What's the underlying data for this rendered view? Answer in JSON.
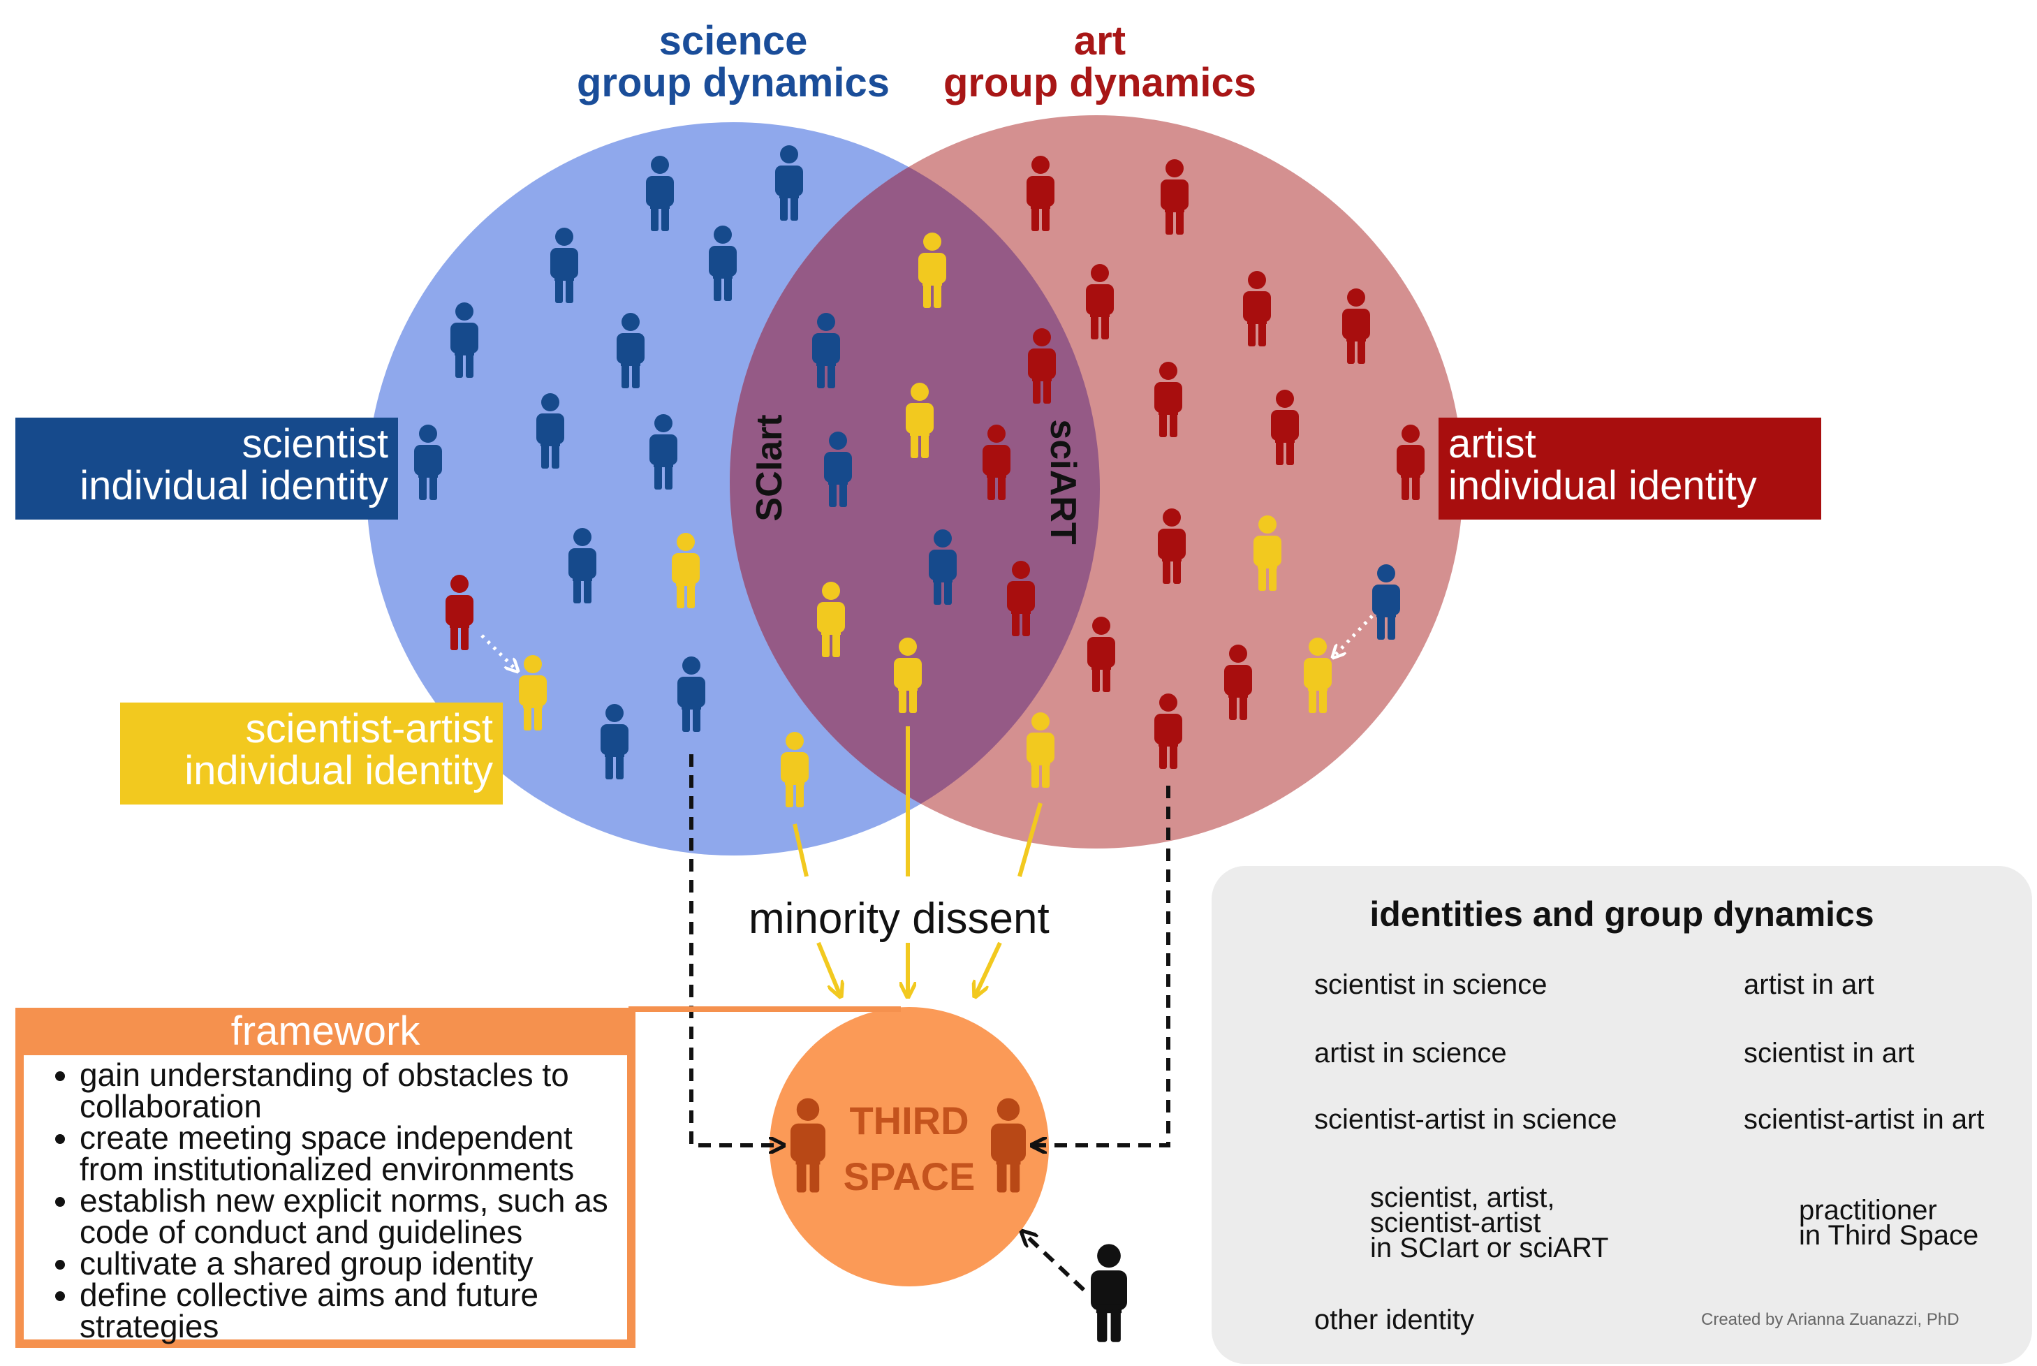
{
  "titles": {
    "science": [
      "science",
      "group dynamics"
    ],
    "art": [
      "art",
      "group dynamics"
    ]
  },
  "identity_labels": {
    "scientist": [
      "scientist",
      "individual identity"
    ],
    "artist": [
      "artist",
      "individual identity"
    ],
    "scientist_artist": [
      "scientist-artist",
      "individual identity"
    ]
  },
  "overlap_labels": {
    "left": "SCIart",
    "right": "sciART"
  },
  "minority_dissent": "minority dissent",
  "third_space": [
    "THIRD",
    "SPACE"
  ],
  "framework": {
    "title": "framework",
    "items": [
      "gain understanding of obstacles to collaboration",
      "create meeting space independent from institutionalized environments",
      "establish new explicit norms, such as code of conduct and guidelines",
      "cultivate a shared group identity",
      "define collective aims and future strategies"
    ]
  },
  "legend": {
    "title": "identities and group dynamics",
    "items": {
      "sci_in_sci": "scientist in science",
      "art_in_art": "artist in art",
      "art_in_sci": "artist in science",
      "sci_in_art": "scientist in art",
      "sa_in_sci": "scientist-artist in science",
      "sa_in_art": "scientist-artist in art",
      "overlap": [
        "scientist, artist,",
        "scientist-artist",
        "in SCIart or sciART"
      ],
      "third": [
        "practitioner",
        "in Third Space"
      ],
      "other": "other identity"
    }
  },
  "credit": "Created by Arianna Zuanazzi, PhD",
  "colors": {
    "science_circle": "#8fa8ec",
    "art_circle": "#d49090",
    "overlap": "#955a86",
    "scientist": "#164a8c",
    "artist": "#a80e0e",
    "scientist_artist": "#f2c91f",
    "third_space": "#fb9a57",
    "practitioner": "#b84816",
    "framework": "#f5914e",
    "legend_bg": "#ececec"
  }
}
